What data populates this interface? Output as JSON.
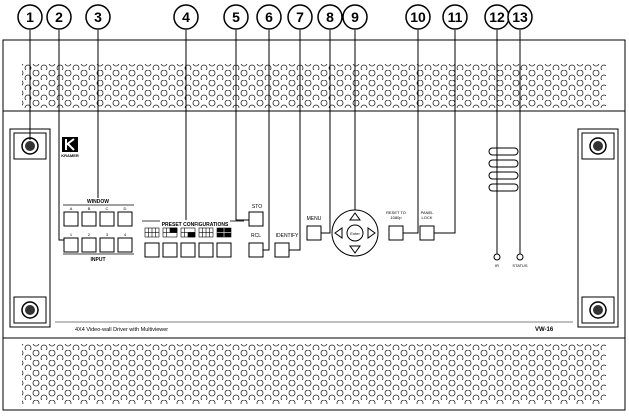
{
  "callouts": [
    "1",
    "2",
    "3",
    "4",
    "5",
    "6",
    "7",
    "8",
    "9",
    "10",
    "11",
    "12",
    "13"
  ],
  "front_panel": {
    "brand_logo_text": "KRAMER",
    "window_group": {
      "title": "WINDOW",
      "buttons": [
        "A",
        "B",
        "C",
        "D"
      ]
    },
    "input_group": {
      "title": "INPUT",
      "buttons": [
        "1",
        "2",
        "3",
        "4"
      ]
    },
    "preset_group": {
      "title": "PRESET CONFIGURATIONS",
      "buttons_count": 5
    },
    "sto_label": "STO",
    "rcl_label": "RCL",
    "identify_label": "IDENTIFY",
    "menu_label": "MENU",
    "nav_enter_label": "Enter",
    "reset_label_line1": "RESET TO",
    "reset_label_line2": "1080p",
    "panel_lock_label_line1": "PANEL",
    "panel_lock_label_line2": "LOCK",
    "ir_label": "IR",
    "status_label": "STATUS",
    "product_description": "4X4 Video-wall Driver with Multiviewer",
    "model_name": "VW-16"
  }
}
